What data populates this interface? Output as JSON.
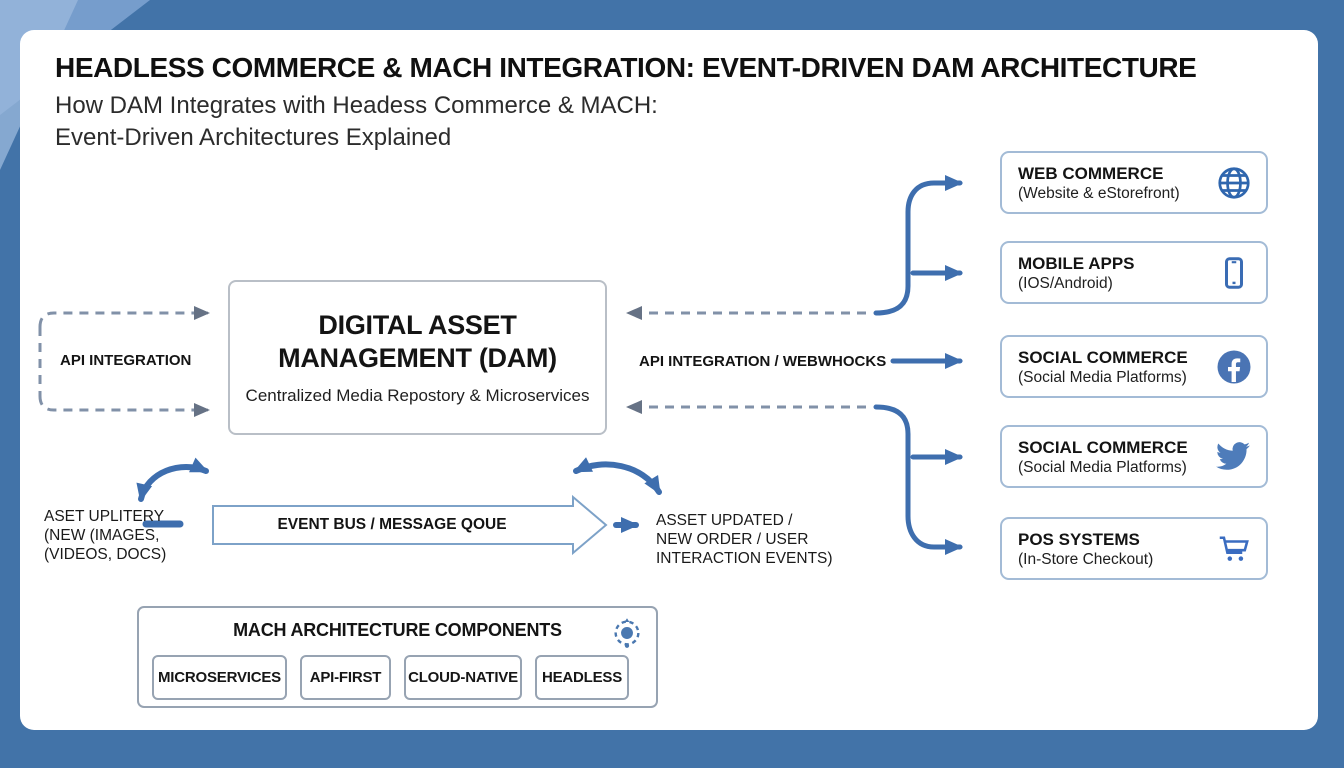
{
  "header": {
    "title": "HEADLESS COMMERCE & MACH INTEGRATION: EVENT-DRIVEN DAM ARCHITECTURE",
    "subtitle_line1": "How DAM Integrates with Headess Commerce & MACH:",
    "subtitle_line2": "Event-Driven Architectures Explained"
  },
  "dam_box": {
    "title_line1": "DIGITAL ASSET",
    "title_line2": "MANAGEMENT (DAM)",
    "subtitle": "Centralized Media Repostory & Microservices"
  },
  "connectors": {
    "left_label": "API INTEGRATION",
    "right_label": "API INTEGRATION / WEBWHOCKS"
  },
  "channels": [
    {
      "title": "WEB COMMERCE",
      "subtitle": "(Website & eStorefront)",
      "icon": "globe-icon"
    },
    {
      "title": "MOBILE APPS",
      "subtitle": "(IOS/Android)",
      "icon": "smartphone-icon"
    },
    {
      "title": "SOCIAL COMMERCE",
      "subtitle": "(Social Media Platforms)",
      "icon": "facebook-icon"
    },
    {
      "title": "SOCIAL COMMERCE",
      "subtitle": "(Social Media Platforms)",
      "icon": "twitter-icon"
    },
    {
      "title": "POS SYSTEMS",
      "subtitle": "(In-Store Checkout)",
      "icon": "cart-icon"
    }
  ],
  "event_bus": {
    "label": "EVENT BUS / MESSAGE QOUE",
    "left_note_line1": "ASET UPLITERY",
    "left_note_line2": "(NEW (IMAGES,",
    "left_note_line3": "(VIDEOS, DOCS)",
    "right_note_line1": "ASSET UPDATED /",
    "right_note_line2": "NEW ORDER / USER",
    "right_note_line3": "INTERACTION EVENTS)"
  },
  "mach": {
    "title": "MACH ARCHITECTURE COMPONENTS",
    "icon": "microservices-hub-icon",
    "component1": "MICROSERVICES",
    "component2": "API-FIRST",
    "component3": "CLOUD-NATIVE",
    "component4": "HEADLESS"
  },
  "colors": {
    "background": "#4273A8",
    "card": "#FFFFFF",
    "arrow_blue": "#3E6EAE",
    "dashed_gray": "#8191A8",
    "box_border_blue": "#A3BBD6",
    "text": "#161616"
  }
}
